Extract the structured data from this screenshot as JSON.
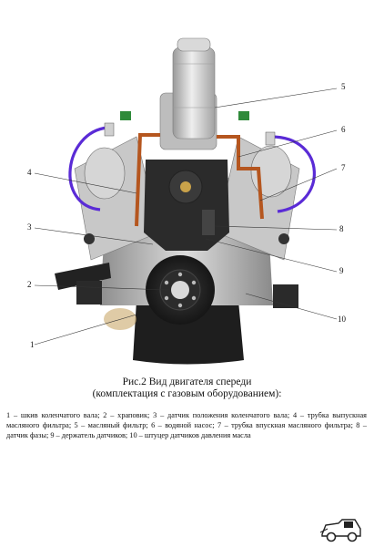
{
  "figure": {
    "callouts": [
      "1",
      "2",
      "3",
      "4",
      "5",
      "6",
      "7",
      "8",
      "9",
      "10"
    ]
  },
  "caption": {
    "line1": "Рис.2 Вид двигателя спереди",
    "line2": "(комплектация с газовым оборудованием):"
  },
  "legend": "1 – шкив коленчатого вала; 2 – храповик; 3 – датчик положения коленчатого вала; 4 – трубка выпускная масляного фильтра; 5 – масляный фильтр; 6 – водяной насос; 7 – трубка впускная масляного фильтра; 8 – датчик фазы; 9 – держатель датчиков; 10 – штуцер датчиков давления масла",
  "colors": {
    "engine_dark": "#2a2a2a",
    "engine_metal": "#b9b9b9",
    "oil_tube": "#b5561f",
    "gas_hose": "#5a2bd6",
    "connector_green": "#2f8a3a"
  }
}
